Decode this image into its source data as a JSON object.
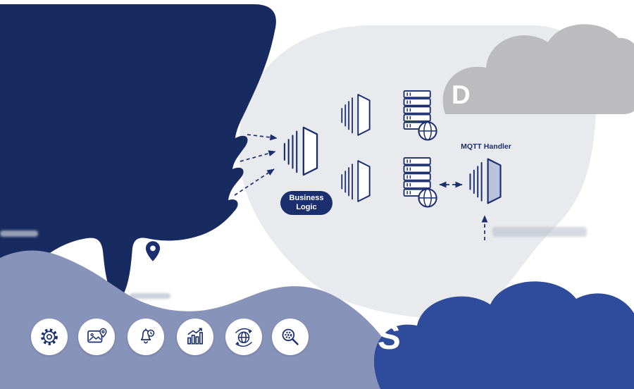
{
  "labels": {
    "business_logic": "Business Logic",
    "mqtt_handler": "MQTT Handler",
    "top_cloud_partial_letter": "D",
    "bottom_cloud_partial_letter": "S"
  },
  "colors": {
    "navy": "#1b2f6e",
    "navy_shape": "#172b60",
    "light_gray_shape": "#e9eaed",
    "gray_cloud": "#bcbcbe",
    "slate_shape": "#8893ba",
    "blue_cloud": "#2e4c9b",
    "mqtt_icon_fill": "#b9c3dd",
    "icon_circle_bg": "#ffffff"
  },
  "icons": {
    "compute_stack_count": 3,
    "server_globe_count": 2,
    "bottom_row": [
      "gear",
      "photo-location",
      "notification-bell",
      "analytics-chart",
      "global-sync",
      "search-settings"
    ]
  }
}
